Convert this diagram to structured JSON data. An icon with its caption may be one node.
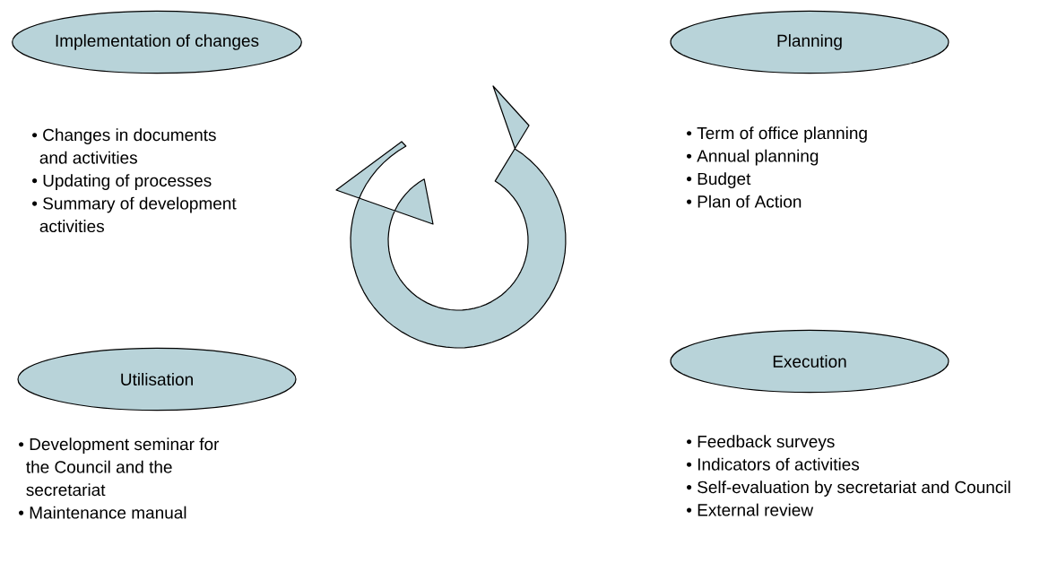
{
  "diagram": {
    "nodes": [
      {
        "text": [
          "Implementation of changes"
        ],
        "beside": [
          "• Changes in documents and activities",
          "• Updating of processes",
          "• Summary of development activities"
        ]
      },
      {
        "text": [
          "Planning"
        ],
        "beside": [
          "• Term of office planning",
          "• Annual planning",
          "• Budget",
          "• Plan of Action"
        ]
      },
      {
        "text": [
          "Execution"
        ],
        "beside": [
          "• Feedback surveys",
          "• Indicators of activities",
          "• Self-evaluation by secretariat and Council",
          "• External review"
        ]
      },
      {
        "text": [
          "Utilisation"
        ],
        "beside": [
          "• Development seminar for the Council and the secretariat",
          "• Maintenance manual"
        ]
      }
    ]
  }
}
